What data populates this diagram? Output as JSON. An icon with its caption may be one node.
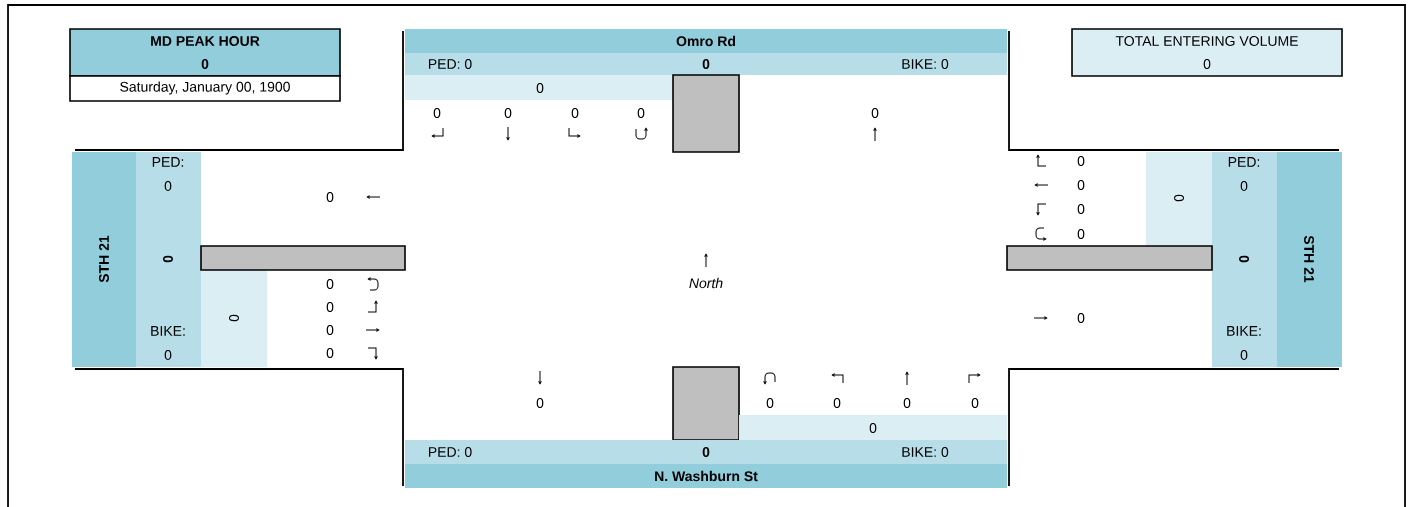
{
  "diagram": {
    "nodes": [
      {
        "text": [
          "MD PEAK HOUR",
          "0"
        ]
      },
      {
        "text": [
          "Saturday, January 00, 1900"
        ]
      },
      {
        "text": [
          "TOTAL ENTERING VOLUME",
          "0"
        ]
      },
      {
        "text": [
          "Omro Rd"
        ]
      },
      {
        "text": [
          "PED: 0",
          "0",
          "BIKE: 0"
        ]
      },
      {
        "text": [
          "0"
        ]
      },
      {
        "text": [],
        "shape": "box"
      },
      {
        "text": [
          "STH 21"
        ]
      },
      {
        "text": [
          "PED: 0",
          "0",
          "BIKE: 0"
        ]
      },
      {
        "text": [
          "0"
        ]
      },
      {
        "text": [],
        "shape": "box"
      },
      {
        "text": [
          "0"
        ]
      },
      {
        "text": [
          "PED: 0",
          "0",
          "BIKE: 0"
        ]
      },
      {
        "text": [
          "STH 21"
        ]
      },
      {
        "text": [],
        "shape": "box"
      },
      {
        "text": [],
        "shape": "box"
      },
      {
        "text": [
          "0"
        ]
      },
      {
        "text": [
          "PED: 0",
          "0",
          "BIKE: 0"
        ]
      },
      {
        "text": [
          "N. Washburn St"
        ]
      }
    ],
    "labels": [
      "0",
      "0",
      "0",
      "0",
      "0",
      "0",
      "0",
      "0",
      "0",
      "0",
      "North",
      "0",
      "0",
      "0",
      "0",
      "0",
      "0",
      "0",
      "0",
      "0",
      "0"
    ]
  }
}
